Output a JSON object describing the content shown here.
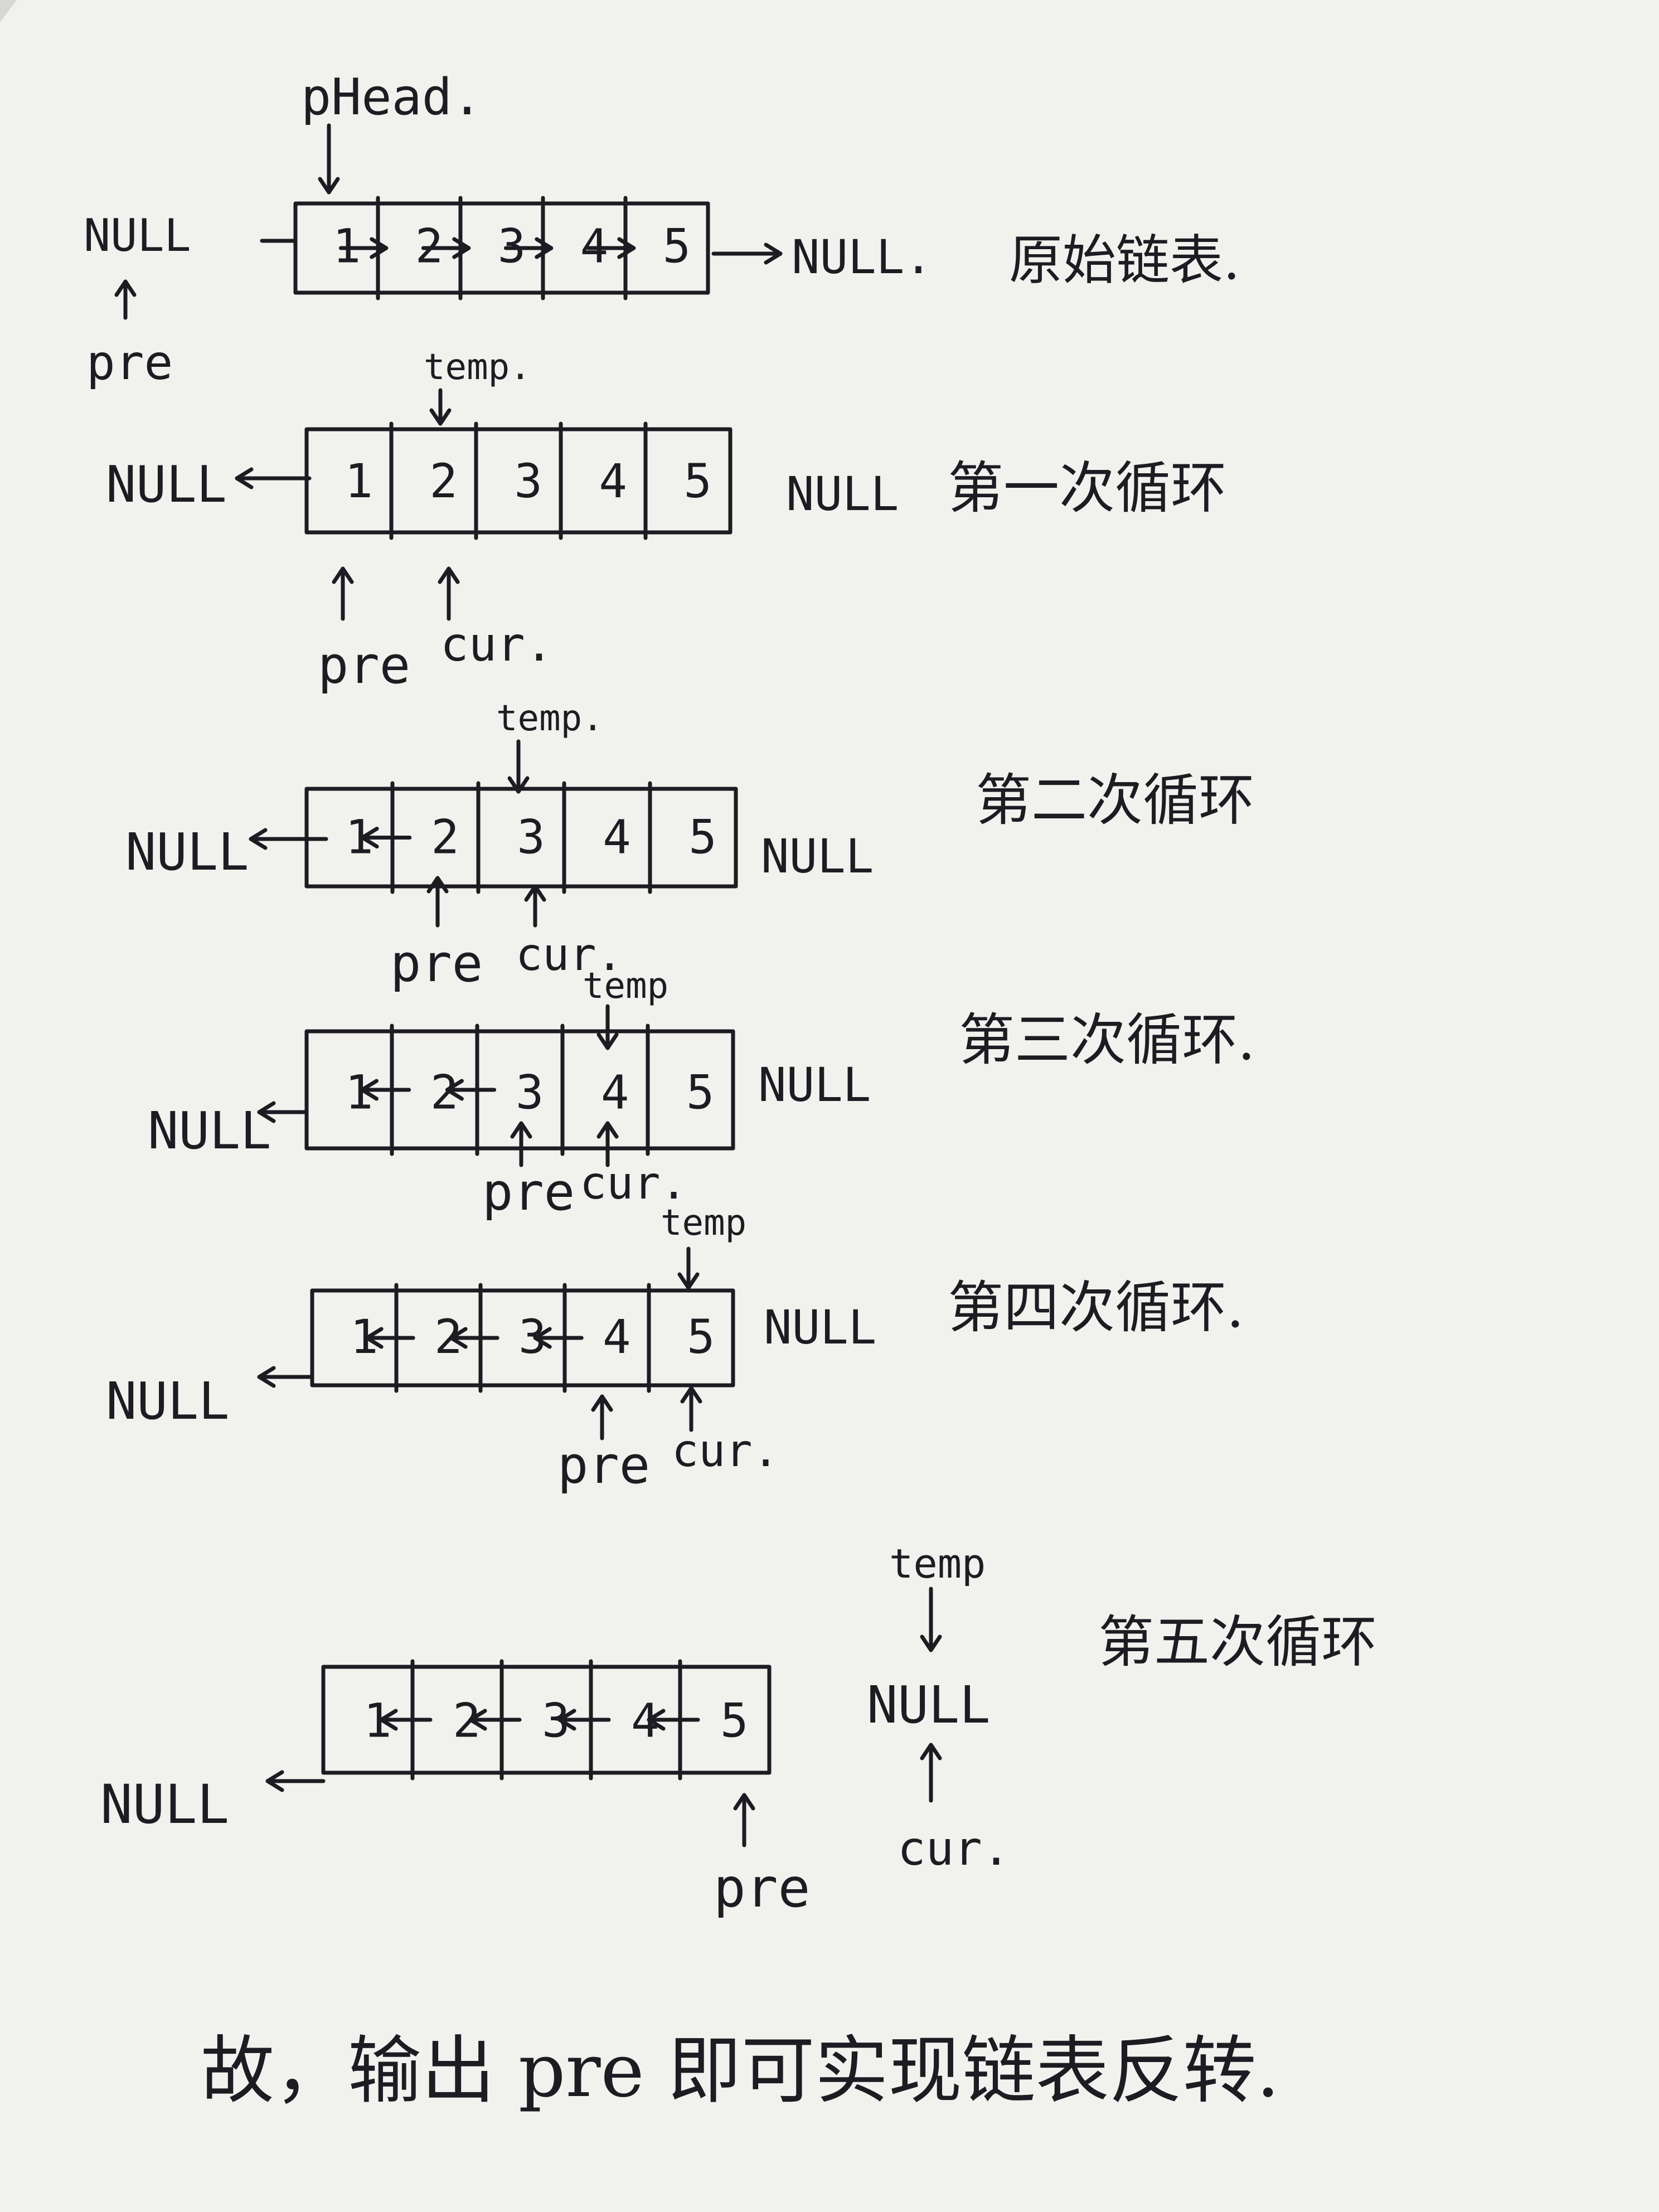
{
  "diagram": {
    "head_label": "pHead.",
    "null_text": "NULL",
    "original_label": "NULL.",
    "pre_label": "pre",
    "cur_label": "cur.",
    "temp_label": "temp",
    "temp_label_dot": "temp.",
    "nodes": [
      "1",
      "2",
      "3",
      "4",
      "5"
    ],
    "steps": [
      {
        "caption": "原始链表."
      },
      {
        "caption": "第一次循环"
      },
      {
        "caption": "第二次循环"
      },
      {
        "caption": "第三次循环."
      },
      {
        "caption": "第四次循环."
      },
      {
        "caption": "第五次循环"
      }
    ],
    "conclusion": "故，输出 pre 即可实现链表反转."
  }
}
